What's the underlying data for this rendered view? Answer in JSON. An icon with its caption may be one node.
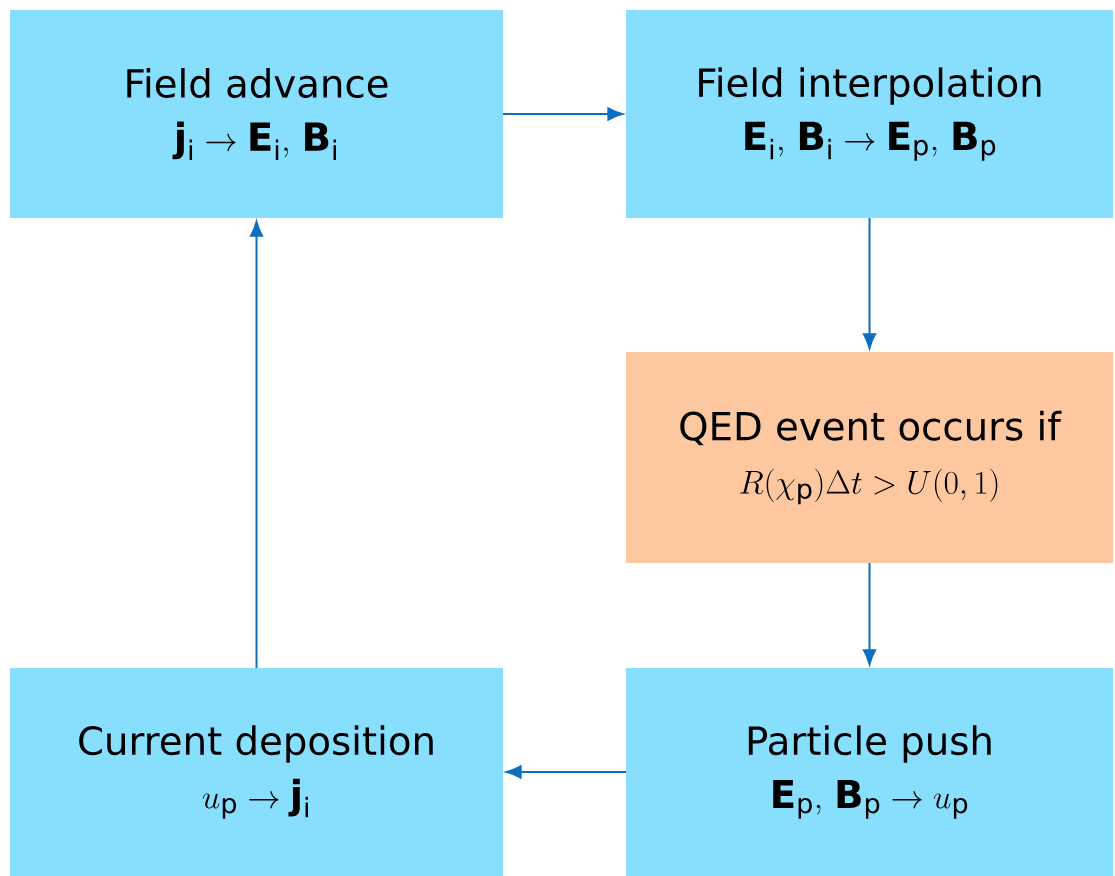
{
  "diagram": {
    "nodes": [
      {
        "text": [
          "Field advance",
          "\\mathbf{j}_{\\mathrm{i}} \\rightarrow \\mathbf{E}_{\\mathrm{i}},\\, \\mathbf{B}_{\\mathrm{i}}"
        ]
      },
      {
        "text": [
          "Field interpolation",
          "\\mathbf{E}_{\\mathrm{i}},\\, \\mathbf{B}_{\\mathrm{i}} \\rightarrow \\mathbf{E}_{\\mathrm{p}},\\, \\mathbf{B}_{\\mathrm{p}}"
        ]
      },
      {
        "text": [
          "QED event occurs if",
          "R(\\chi_{\\mathrm{p}})\\Delta t > U(0,1)"
        ]
      },
      {
        "text": [
          "Current deposition",
          "u_{\\mathrm{p}} \\rightarrow \\mathbf{j}_{\\mathrm{i}}"
        ]
      },
      {
        "text": [
          "Particle push",
          "\\mathbf{E}_{\\mathrm{p}},\\, \\mathbf{B}_{\\mathrm{p}} \\rightarrow u_{\\mathrm{p}}"
        ]
      }
    ],
    "edges": [
      {
        "from": 0,
        "to": 1,
        "arrow": "to"
      },
      {
        "from": 1,
        "to": 2,
        "arrow": "to"
      },
      {
        "from": 2,
        "to": 4,
        "arrow": "to"
      },
      {
        "from": 4,
        "to": 3,
        "arrow": "to"
      },
      {
        "from": 3,
        "to": 0,
        "arrow": "to"
      }
    ]
  }
}
